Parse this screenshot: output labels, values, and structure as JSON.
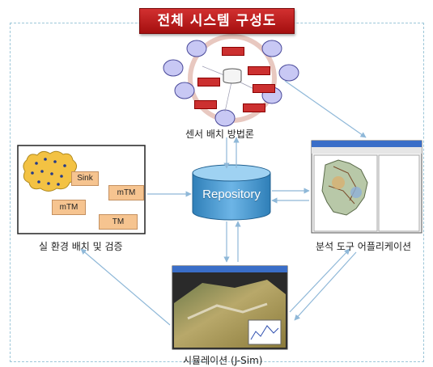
{
  "title": "전체 시스템 구성도",
  "nodes": {
    "repository": "Repository",
    "sensor_placement": "센서 배치 방법론",
    "real_env": "실 환경 배치 및 검증",
    "analysis_app": "분석 도구 어플리케이션",
    "simulation": "시뮬레이션 (J-Sim)"
  },
  "network_labels": {
    "sink": "Sink",
    "mtm_a": "mTM",
    "mtm_b": "mTM",
    "tm": "TM"
  },
  "colors": {
    "title_bg": "#b81c1c",
    "repository": "#3e8fc7",
    "arrow": "#8fb8d8",
    "frame": "#9cc6d8"
  }
}
